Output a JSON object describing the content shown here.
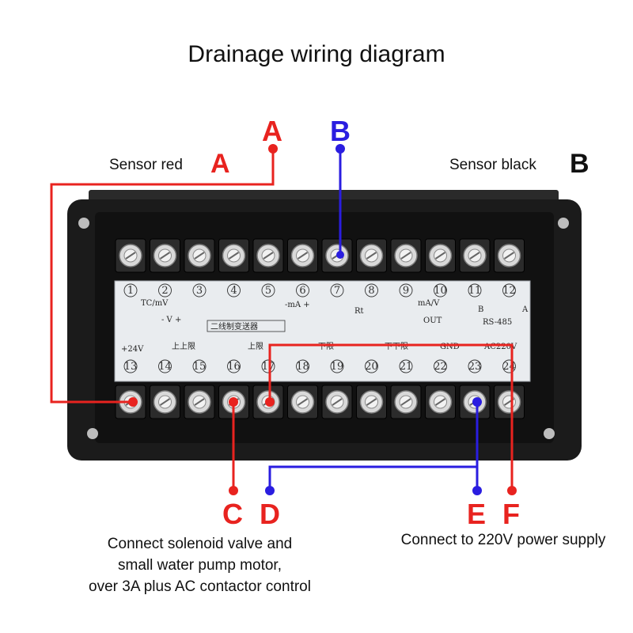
{
  "title": "Drainage wiring diagram",
  "sensor_red_label": "Sensor red",
  "sensor_red_letter": "A",
  "sensor_black_label": "Sensor black",
  "sensor_black_letter": "B",
  "wire_labels": {
    "A": "A",
    "B": "B",
    "C": "C",
    "D": "D",
    "E": "E",
    "F": "F"
  },
  "caption_left": [
    "Connect solenoid valve and",
    "small water pump motor,",
    "over 3A plus AC contactor control"
  ],
  "caption_right": "Connect to 220V power supply",
  "panel": {
    "top_terminals": [
      "1",
      "2",
      "3",
      "4",
      "5",
      "6",
      "7",
      "8",
      "9",
      "10",
      "11",
      "12"
    ],
    "bottom_terminals": [
      "13",
      "14",
      "15",
      "16",
      "17",
      "18",
      "19",
      "20",
      "21",
      "22",
      "23",
      "24"
    ],
    "marks": {
      "tc_mv": "TC/mV",
      "v": "- V +",
      "ma": "-mA +",
      "rt": "Rt",
      "ma_v": "mA/V",
      "out": "OUT",
      "rs485": "RS-485",
      "b": "B",
      "a": "A",
      "module": "二线制变送器",
      "plus24v": "+24V",
      "upper_upper": "上上限",
      "upper": "上限",
      "lower": "下限",
      "lower_lower": "下下限",
      "gnd": "GND",
      "ac220v": "AC220V"
    }
  },
  "colors": {
    "red_wire": "#e8231f",
    "blue_wire": "#2a1de0",
    "panel": "#1b1b1b",
    "label_plate": "#e9ecef"
  }
}
